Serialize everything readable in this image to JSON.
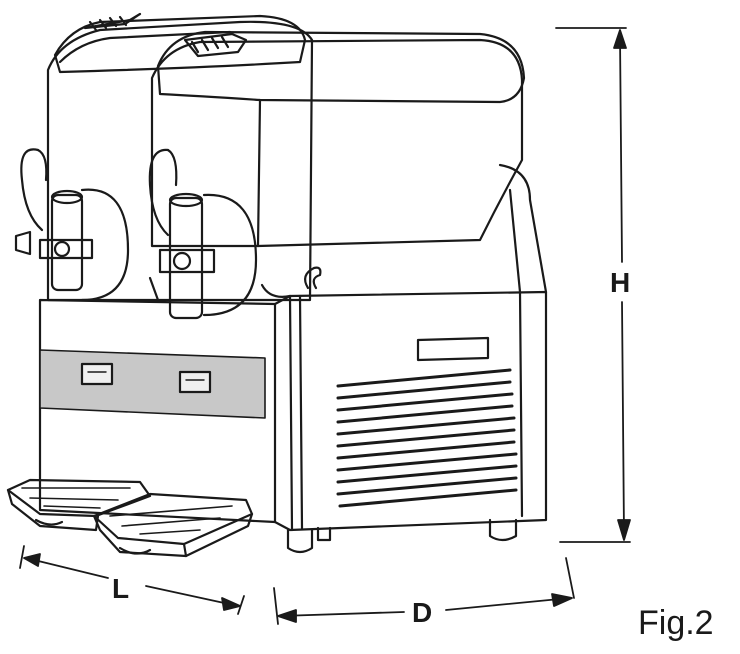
{
  "figure": {
    "caption": "Fig.2",
    "dimension_labels": {
      "height": "H",
      "length": "L",
      "depth": "D"
    },
    "colors": {
      "line": "#1a1a1a",
      "panel": "#c8c8c8",
      "background": "#ffffff"
    }
  }
}
